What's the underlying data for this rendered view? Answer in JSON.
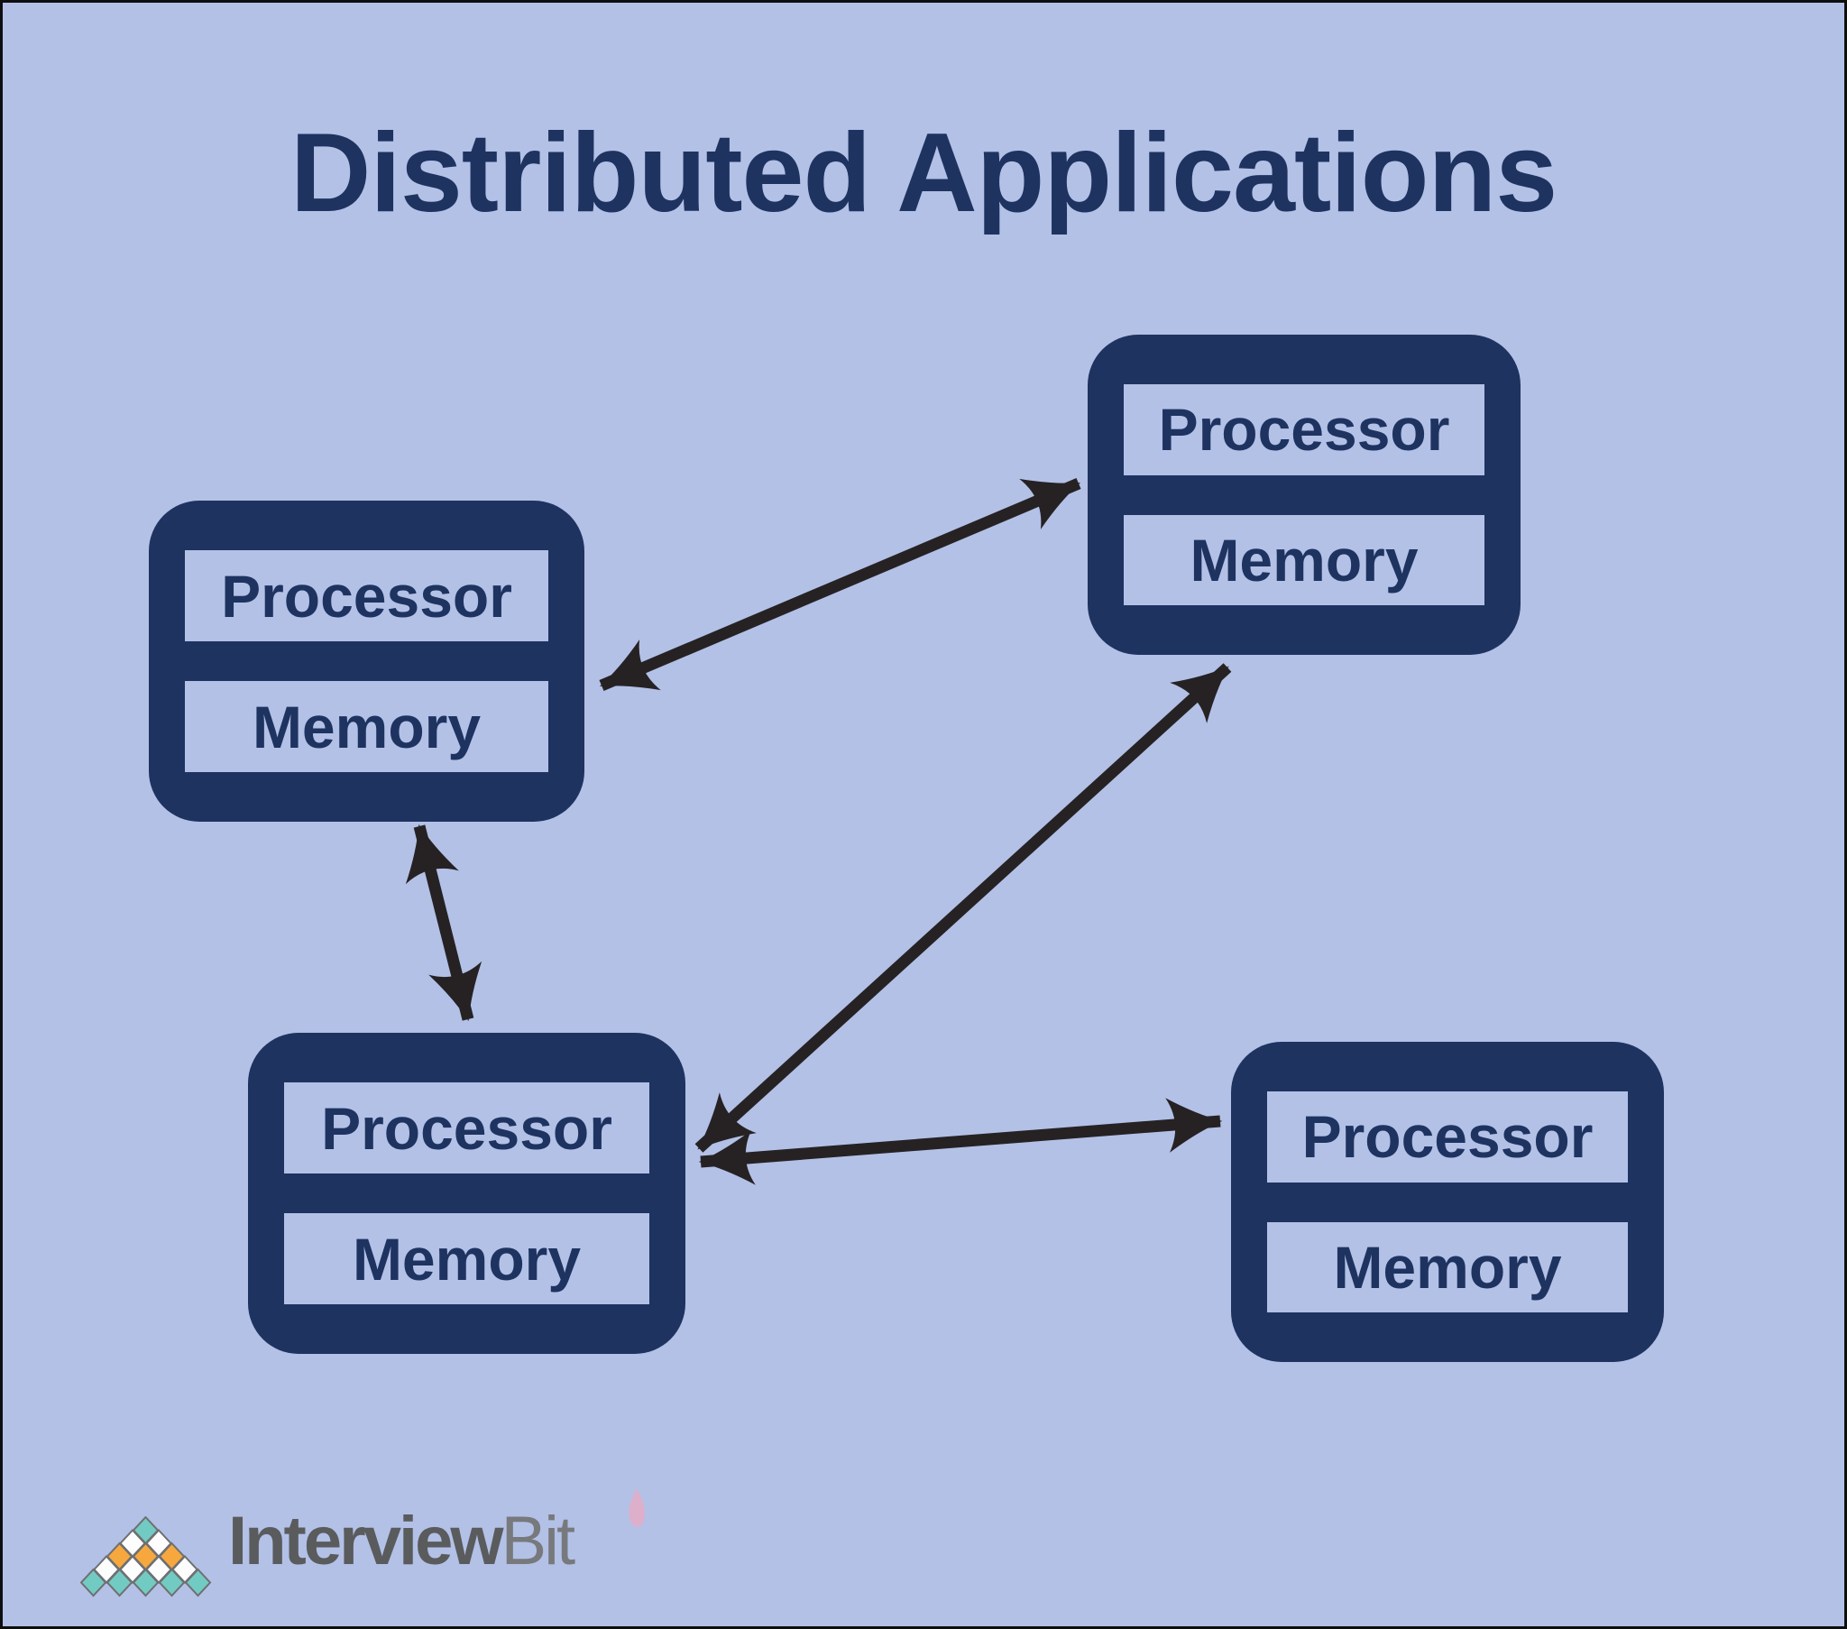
{
  "title": "Distributed Applications",
  "nodes": [
    {
      "id": "left",
      "labels": [
        "Processor",
        "Memory"
      ]
    },
    {
      "id": "top-right",
      "labels": [
        "Processor",
        "Memory"
      ]
    },
    {
      "id": "bottom-left",
      "labels": [
        "Processor",
        "Memory"
      ]
    },
    {
      "id": "bottom-right",
      "labels": [
        "Processor",
        "Memory"
      ]
    }
  ],
  "edges": [
    {
      "from": "left",
      "to": "top-right",
      "bidirectional": true
    },
    {
      "from": "left",
      "to": "bottom-left",
      "bidirectional": true
    },
    {
      "from": "bottom-left",
      "to": "top-right",
      "bidirectional": true
    },
    {
      "from": "bottom-left",
      "to": "bottom-right",
      "bidirectional": true
    }
  ],
  "logo": {
    "brand_primary": "Interview",
    "brand_secondary": "Bit"
  },
  "colors": {
    "bg": "#b3c1e7",
    "navy": "#1e3360",
    "arrow": "#262224",
    "border": "#0e0e0e",
    "logo-teal": "#72cbc2",
    "logo-orange": "#f6a83e",
    "logo-white": "#fdfdfe",
    "logo-outline": "#6e6f71",
    "logo-gray-dark": "#5a5b5d",
    "logo-gray-light": "#77797c",
    "petal-pink": "#e5abc4"
  }
}
